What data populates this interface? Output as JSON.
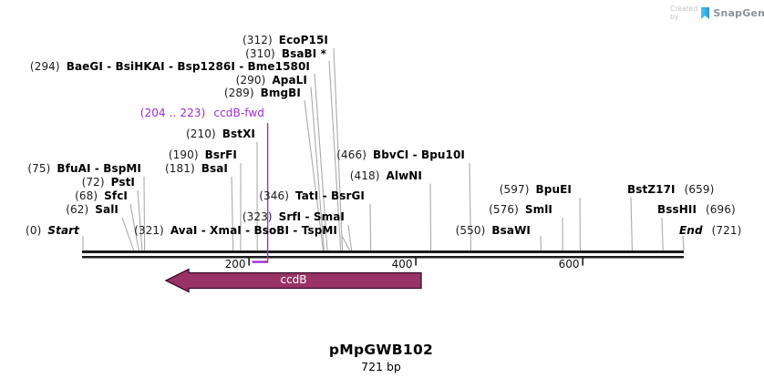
{
  "watermark": {
    "created_by": "Created by",
    "brand": "SnapGene",
    "icon": "snapgene-pennant-icon",
    "icon_colors": [
      "#5bc2ee",
      "#1e9ed9"
    ]
  },
  "map": {
    "title": "pMpGWB102",
    "length": "721 bp",
    "feature": {
      "name": "ccdB",
      "fill_color": "#993365",
      "outline_color": "#330f29",
      "direction": "left"
    },
    "primer": {
      "pos": "(204 .. 223)",
      "name": "ccdB-fwd",
      "color": "#9b2fd0"
    },
    "ruler": {
      "ticks": [
        "200",
        "400",
        "600"
      ]
    }
  },
  "sites": [
    {
      "pos": "(312)",
      "name": "EcoP15I"
    },
    {
      "pos": "(310)",
      "name": "BsaBI *"
    },
    {
      "pos": "(294)",
      "name": "BaeGI - BsiHKAI - Bsp1286I - Bme1580I"
    },
    {
      "pos": "(290)",
      "name": "ApaLI"
    },
    {
      "pos": "(289)",
      "name": "BmgBI"
    },
    {
      "pos": "(210)",
      "name": "BstXI"
    },
    {
      "pos": "(190)",
      "name": "BsrFI"
    },
    {
      "pos": "(181)",
      "name": "BsaI"
    },
    {
      "pos": "(466)",
      "name": "BbvCI - Bpu10I"
    },
    {
      "pos": "(418)",
      "name": "AlwNI"
    },
    {
      "pos": "(75)",
      "name": "BfuAI - BspMI"
    },
    {
      "pos": "(72)",
      "name": "PstI"
    },
    {
      "pos": "(68)",
      "name": "SfcI"
    },
    {
      "pos": "(62)",
      "name": "SalI"
    },
    {
      "pos": "(346)",
      "name": "TatI - BsrGI"
    },
    {
      "pos": "(323)",
      "name": "SrfI - SmaI"
    },
    {
      "pos": "(0)",
      "name": "Start"
    },
    {
      "pos": "(321)",
      "name": "AvaI - XmaI - BsoBI - TspMI"
    },
    {
      "pos": "(597)",
      "name": "BpuEI"
    },
    {
      "pos": "(576)",
      "name": "SmlI"
    },
    {
      "pos": "(550)",
      "name": "BsaWI"
    },
    {
      "pos": "(659)",
      "name": "BstZ17I"
    },
    {
      "pos": "(696)",
      "name": "BssHII"
    },
    {
      "pos": "(721)",
      "name": "End"
    }
  ]
}
